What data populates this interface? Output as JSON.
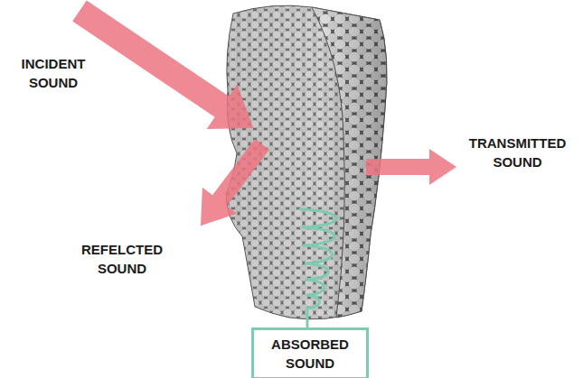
{
  "diagram": {
    "nodes": [
      {
        "text": [
          "ABSORBED SOUND"
        ]
      }
    ],
    "labels": [
      "INCIDENT SOUND",
      "REFELCTED SOUND",
      "TRANSMITTED SOUND"
    ]
  }
}
